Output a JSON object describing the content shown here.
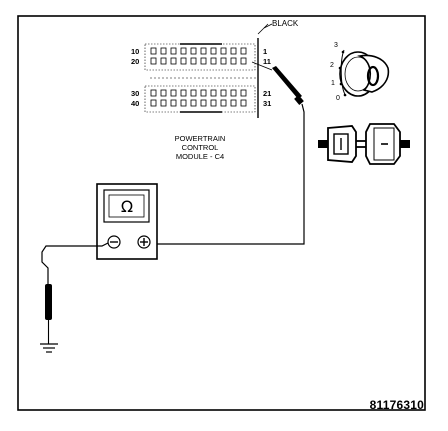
{
  "diagram": {
    "wire_color_label": "BLACK",
    "connector_pins": {
      "top_left_upper": "10",
      "top_left_lower": "20",
      "top_right_upper": "1",
      "top_right_lower": "11",
      "bottom_left_upper": "30",
      "bottom_left_lower": "40",
      "bottom_right_upper": "21",
      "bottom_right_lower": "31"
    },
    "module_caption": [
      "POWERTRAIN",
      "CONTROL",
      "MODULE - C4"
    ],
    "ohmmeter_symbol": "Ω",
    "ignition_positions": [
      "3",
      "2",
      "1",
      "0"
    ],
    "figure_number": "81176310",
    "icons": [
      "ohmmeter-icon",
      "ignition-key-icon",
      "disconnected-connector-icon",
      "ground-symbol-icon",
      "test-probe-icon"
    ]
  }
}
